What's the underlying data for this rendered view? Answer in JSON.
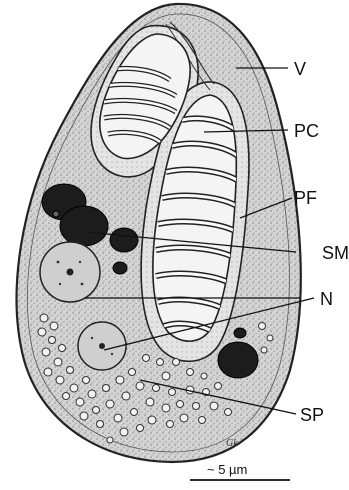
{
  "labels": {
    "v": "V",
    "pc": "PC",
    "pf": "PF",
    "sm": "SM",
    "n": "N",
    "sp": "SP"
  },
  "scale_bar": {
    "text": "~ 5 µm"
  },
  "signature": "Gk"
}
